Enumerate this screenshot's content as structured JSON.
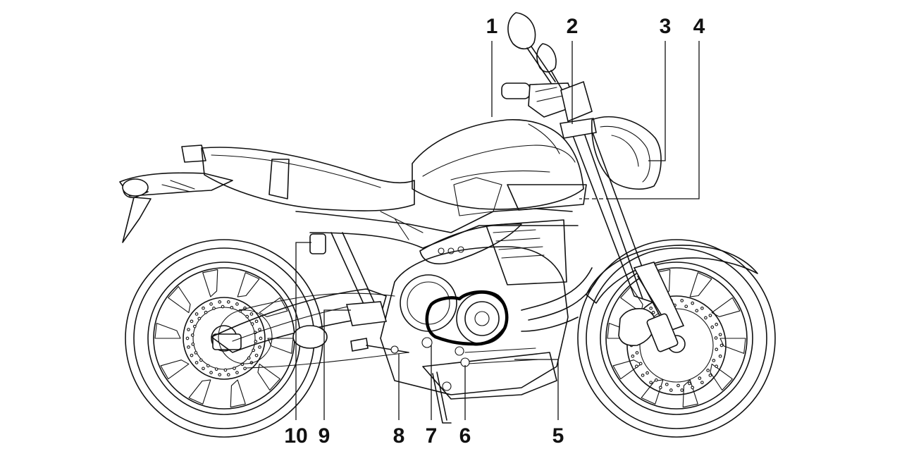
{
  "diagram": {
    "callouts": [
      {
        "id": "1",
        "label": "1"
      },
      {
        "id": "2",
        "label": "2"
      },
      {
        "id": "3",
        "label": "3"
      },
      {
        "id": "4",
        "label": "4"
      },
      {
        "id": "5",
        "label": "5"
      },
      {
        "id": "6",
        "label": "6"
      },
      {
        "id": "7",
        "label": "7"
      },
      {
        "id": "8",
        "label": "8"
      },
      {
        "id": "9",
        "label": "9"
      },
      {
        "id": "10",
        "label": "10"
      }
    ]
  },
  "colors": {
    "ink": "#111111",
    "background": "#ffffff",
    "highlight": "#000000"
  }
}
